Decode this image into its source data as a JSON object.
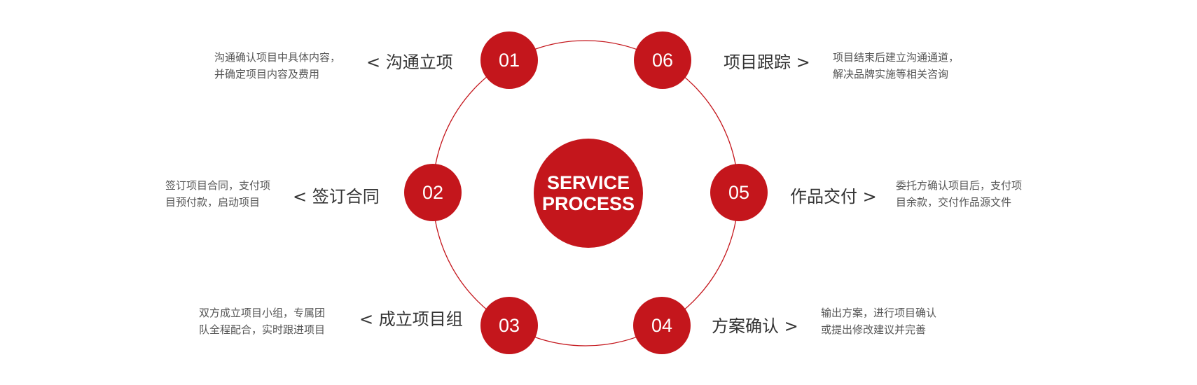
{
  "center": {
    "line1": "SERVICE",
    "line2": "PROCESS"
  },
  "colors": {
    "accent": "#c4161c",
    "title_text": "#333333",
    "desc_text": "#555555"
  },
  "steps": [
    {
      "number": "01",
      "title": "沟通立项",
      "desc": [
        "沟通确认项目中具体内容，",
        "并确定项目内容及费用"
      ]
    },
    {
      "number": "02",
      "title": "签订合同",
      "desc": [
        "签订项目合同，支付项",
        "目预付款，启动项目"
      ]
    },
    {
      "number": "03",
      "title": "成立项目组",
      "desc": [
        "双方成立项目小组，专属团",
        "队全程配合，实时跟进项目"
      ]
    },
    {
      "number": "04",
      "title": "方案确认",
      "desc": [
        "输出方案，进行项目确认",
        "或提出修改建议并完善"
      ]
    },
    {
      "number": "05",
      "title": "作品交付",
      "desc": [
        "委托方确认项目后，支付项",
        "目余款，交付作品源文件"
      ]
    },
    {
      "number": "06",
      "title": "项目跟踪",
      "desc": [
        "项目结束后建立沟通通道，",
        "解决品牌实施等相关咨询"
      ]
    }
  ],
  "glyphs": {
    "left": "<",
    "right": ">"
  }
}
